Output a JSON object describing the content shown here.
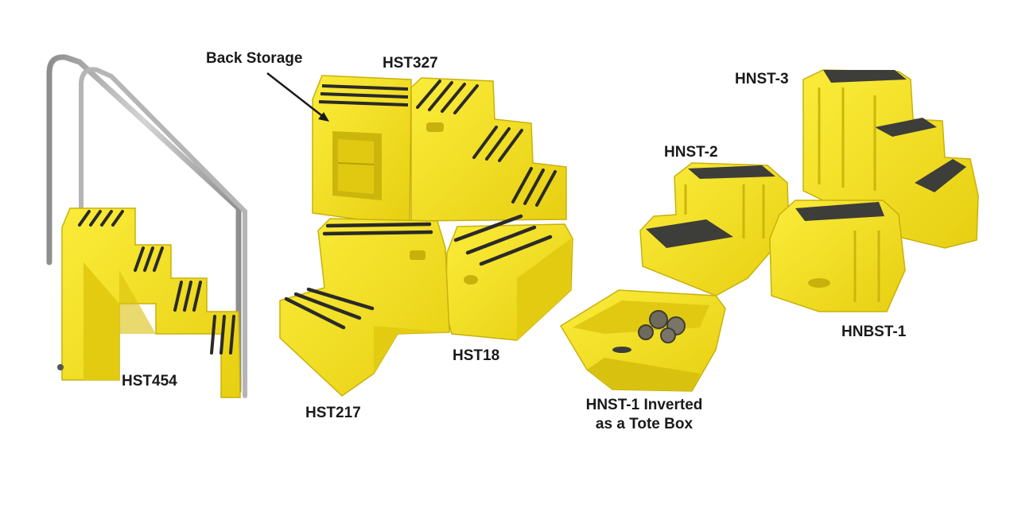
{
  "colors": {
    "background": "#ffffff",
    "plastic_yellow": "#f5e11c",
    "plastic_shadow": "#d9c20f",
    "plastic_dark": "#b8a10a",
    "tread_black": "#2a2a2a",
    "tread_grey": "#3d3d3a",
    "rail_steel": "#a9a9a9",
    "label_text": "#1a1a1a"
  },
  "labels": {
    "hst454": "HST454",
    "hst327": "HST327",
    "hst217": "HST217",
    "hst18": "HST18",
    "back_storage": "Back Storage",
    "hnst3": "HNST-3",
    "hnst2": "HNST-2",
    "hnbst1": "HNBST-1",
    "hnst1_line1": "HNST-1 Inverted",
    "hnst1_line2": "as a Tote Box"
  },
  "items": [
    {
      "name": "hst454-step-stand",
      "treads": 4,
      "has_handrails": true
    },
    {
      "name": "hst327-step-stand",
      "treads": 3,
      "has_back_storage": true
    },
    {
      "name": "hst217-step-stand",
      "treads": 2
    },
    {
      "name": "hst18-step-stand",
      "treads": 1
    },
    {
      "name": "hnst3-step-stand",
      "treads": 3
    },
    {
      "name": "hnst2-step-stand",
      "treads": 2
    },
    {
      "name": "hnbst1-step-stand",
      "treads": 1
    },
    {
      "name": "hnst1-tote-box",
      "treads": 1,
      "inverted": true
    }
  ]
}
